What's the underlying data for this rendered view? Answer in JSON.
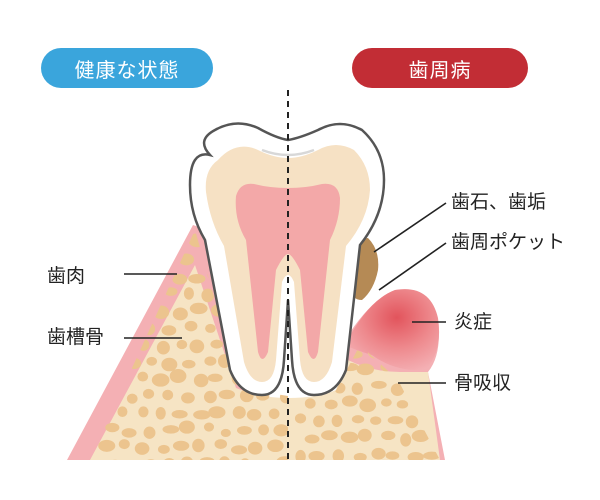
{
  "badges": {
    "healthy": "健康な状態",
    "disease": "歯周病"
  },
  "labels": {
    "gum": "歯肉",
    "alveolar_bone": "歯槽骨",
    "tartar_plaque": "歯石、歯垢",
    "periodontal_pocket": "歯周ポケット",
    "inflammation": "炎症",
    "bone_resorption": "骨吸収"
  },
  "colors": {
    "healthy_badge": "#3aa5dc",
    "disease_badge": "#c22d35",
    "enamel": "#ffffff",
    "dentin": "#f6e1c4",
    "pulp": "#f3a8a8",
    "gum": "#f4b0b4",
    "bone": "#f6e4c4",
    "bone_spots": "#ecc48e",
    "tartar": "#b58a55",
    "inflamed_gum": "#e2545c",
    "outline": "#555555"
  }
}
